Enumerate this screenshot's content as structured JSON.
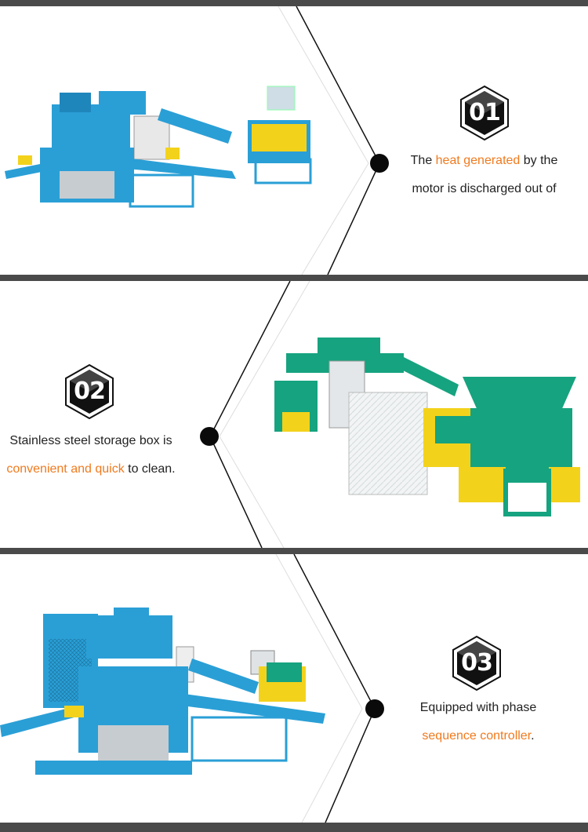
{
  "features": [
    {
      "number": "01",
      "line1_prefix": "The ",
      "line1_highlight": "heat generated",
      "line1_suffix": " by the",
      "line2": "motor is discharged out of"
    },
    {
      "number": "02",
      "line1": "Stainless steel storage box is",
      "line2_highlight": "convenient and quick",
      "line2_suffix": " to clean."
    },
    {
      "number": "03",
      "line1": "Equipped with phase",
      "line2_highlight": "sequence controller",
      "line2_suffix": "."
    }
  ],
  "colors": {
    "highlight": "#f07a1e",
    "machine_blue": "#2a9fd6",
    "machine_teal": "#16a37f",
    "machine_yellow": "#f3d21c",
    "divider": "#4a4a4a"
  }
}
